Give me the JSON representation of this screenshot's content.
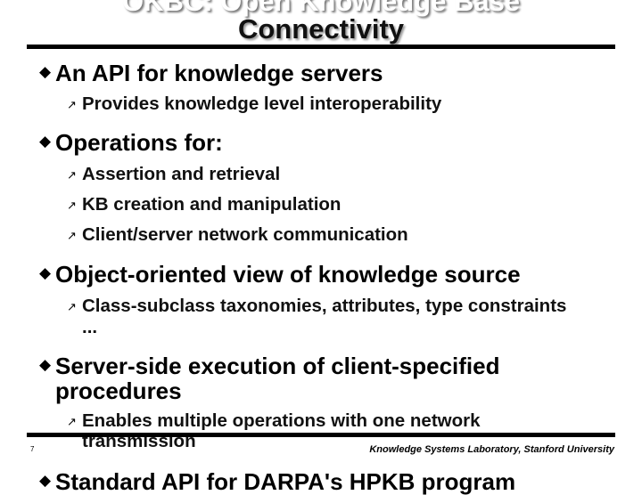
{
  "title": {
    "line1": "OKBC: Open Knowledge Base",
    "line2": "Connectivity"
  },
  "bullets": [
    {
      "text": "An API for knowledge servers",
      "subs": [
        "Provides knowledge level interoperability"
      ]
    },
    {
      "text": "Operations for:",
      "subs": [
        "Assertion and retrieval",
        "KB creation and manipulation",
        "Client/server network communication"
      ]
    },
    {
      "text": "Object-oriented view of knowledge source",
      "subs": [
        "Class-subclass taxonomies, attributes, type constraints",
        "..."
      ]
    },
    {
      "text": "Server-side execution of client-specified",
      "text2": "procedures",
      "subs": [
        "Enables multiple operations with one network",
        "transmission"
      ]
    },
    {
      "text": "Standard API for DARPA's HPKB program"
    }
  ],
  "footer": {
    "page": "7",
    "credit": "Knowledge Systems Laboratory, Stanford University"
  },
  "icons": {
    "bullet": "diamond-bullet-icon",
    "sub_bullet": "arrow-bullet-icon"
  }
}
